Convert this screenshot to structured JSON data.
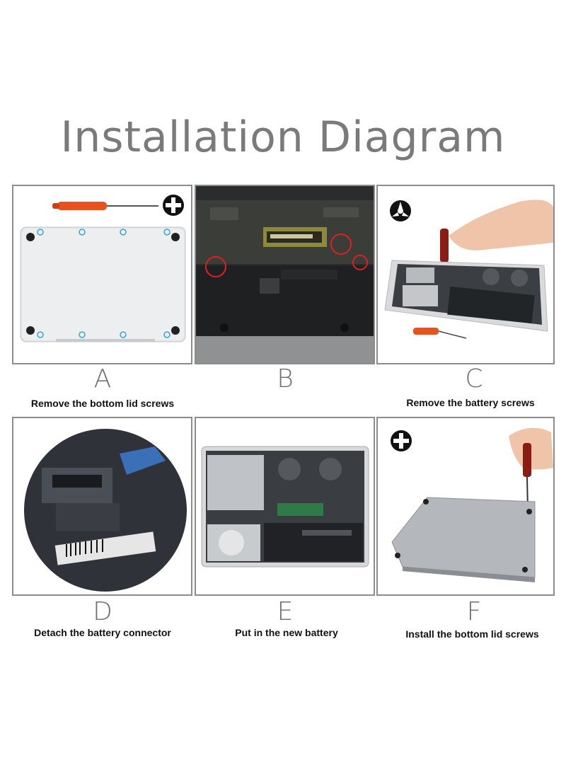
{
  "title": "Installation Diagram",
  "steps": [
    {
      "letter": "A",
      "caption": "Remove the bottom lid screws",
      "tool_icon": "phillips-icon"
    },
    {
      "letter": "B",
      "caption": "",
      "tool_icon": ""
    },
    {
      "letter": "C",
      "caption": "Remove the battery screws",
      "tool_icon": "tri-wing-icon"
    },
    {
      "letter": "D",
      "caption": "Detach the battery connector",
      "tool_icon": ""
    },
    {
      "letter": "E",
      "caption": "Put in the new battery",
      "tool_icon": ""
    },
    {
      "letter": "F",
      "caption": "Install the bottom lid screws",
      "tool_icon": "phillips-icon"
    }
  ],
  "colors": {
    "title": "#7a7a7a",
    "panel_border": "#8c8c8c",
    "screwdriver": "#e8521e",
    "screw_marker": "#39a6d6",
    "highlight_circle": "#e02020"
  }
}
